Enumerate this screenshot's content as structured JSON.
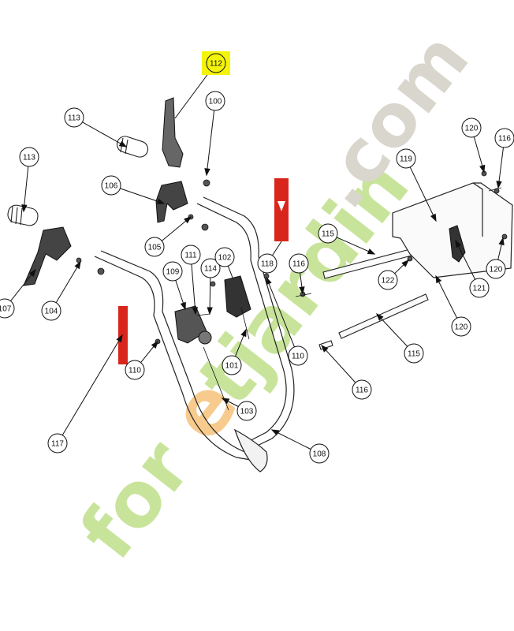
{
  "diagram": {
    "highlight_color": "#f4f40a",
    "label_color": "#d9261c",
    "line_color": "#222222",
    "callouts": [
      {
        "id": "c-112",
        "label": "112"
      },
      {
        "id": "c-100",
        "label": "100"
      },
      {
        "id": "c-113a",
        "label": "113"
      },
      {
        "id": "c-113b",
        "label": "113"
      },
      {
        "id": "c-106",
        "label": "106"
      },
      {
        "id": "c-107",
        "label": "107"
      },
      {
        "id": "c-104",
        "label": "104"
      },
      {
        "id": "c-105",
        "label": "105"
      },
      {
        "id": "c-111",
        "label": "111"
      },
      {
        "id": "c-109",
        "label": "109"
      },
      {
        "id": "c-114",
        "label": "114"
      },
      {
        "id": "c-102",
        "label": "102"
      },
      {
        "id": "c-118",
        "label": "118"
      },
      {
        "id": "c-116a",
        "label": "116"
      },
      {
        "id": "c-110a",
        "label": "110"
      },
      {
        "id": "c-110b",
        "label": "110"
      },
      {
        "id": "c-101",
        "label": "101"
      },
      {
        "id": "c-117",
        "label": "117"
      },
      {
        "id": "c-103",
        "label": "103"
      },
      {
        "id": "c-108",
        "label": "108"
      },
      {
        "id": "c-115a",
        "label": "115"
      },
      {
        "id": "c-122",
        "label": "122"
      },
      {
        "id": "c-119",
        "label": "119"
      },
      {
        "id": "c-120a",
        "label": "120"
      },
      {
        "id": "c-116b",
        "label": "116"
      },
      {
        "id": "c-120b",
        "label": "120"
      },
      {
        "id": "c-121",
        "label": "121"
      },
      {
        "id": "c-120c",
        "label": "120"
      },
      {
        "id": "c-115b",
        "label": "115"
      },
      {
        "id": "c-116c",
        "label": "116"
      }
    ]
  },
  "watermark": {
    "text_gray": ".com",
    "text_green": "for",
    "text_orange": "e",
    "text_green2": "tjardin",
    "color_green": "#bfe08a",
    "color_orange": "#f6c27a",
    "color_gray": "#d2cfc6"
  }
}
